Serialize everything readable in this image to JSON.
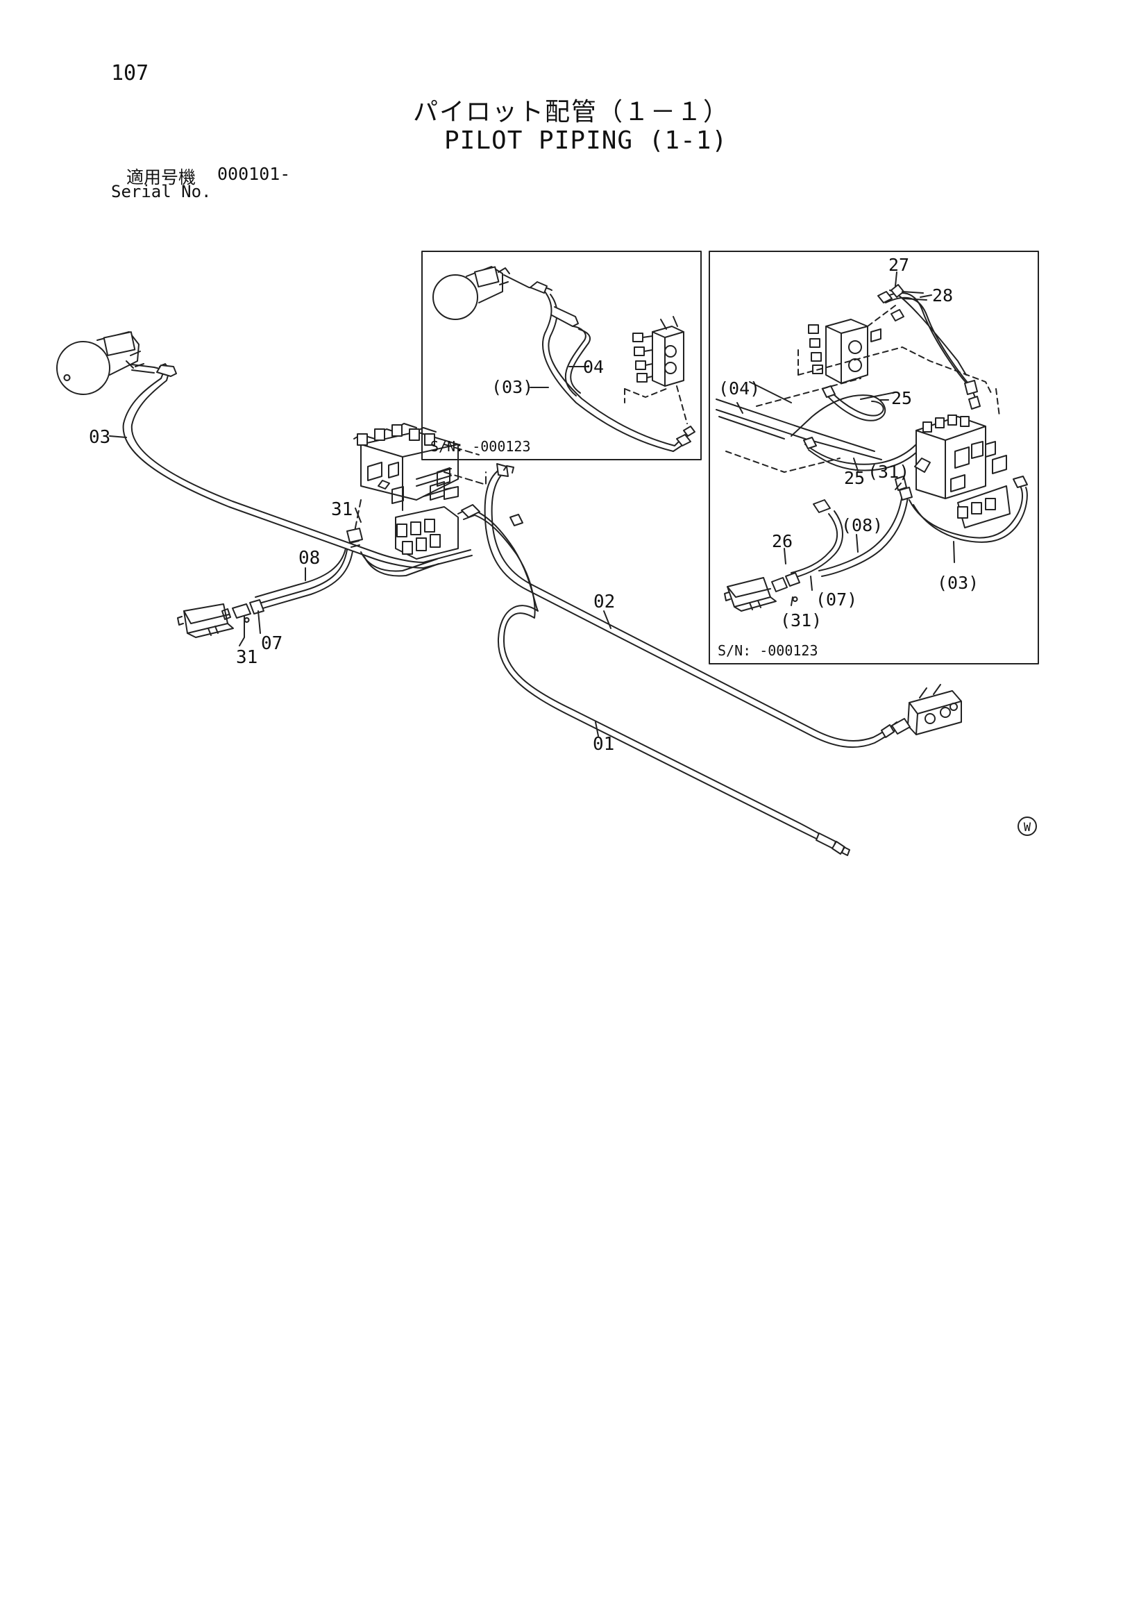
{
  "page": {
    "number": "107",
    "title_jp": "パイロット配管（１－１）",
    "title_en": "PILOT PIPING (1-1)",
    "serial_label_jp": "適用号機",
    "serial_value": "000101-",
    "serial_label_en": "Serial No."
  },
  "main_callouts": [
    "03",
    "31",
    "08",
    "31",
    "07",
    "02",
    "01"
  ],
  "inset_a": {
    "callouts": [
      "04",
      "(03)"
    ],
    "serial_note": "S/N: -000123"
  },
  "inset_b": {
    "callouts": [
      "27",
      "28",
      "(04)",
      "25",
      "25",
      "(31)",
      "(08)",
      "26",
      "(07)",
      "(31)",
      "(03)"
    ],
    "serial_note": "S/N: -000123"
  },
  "watermark": "W"
}
